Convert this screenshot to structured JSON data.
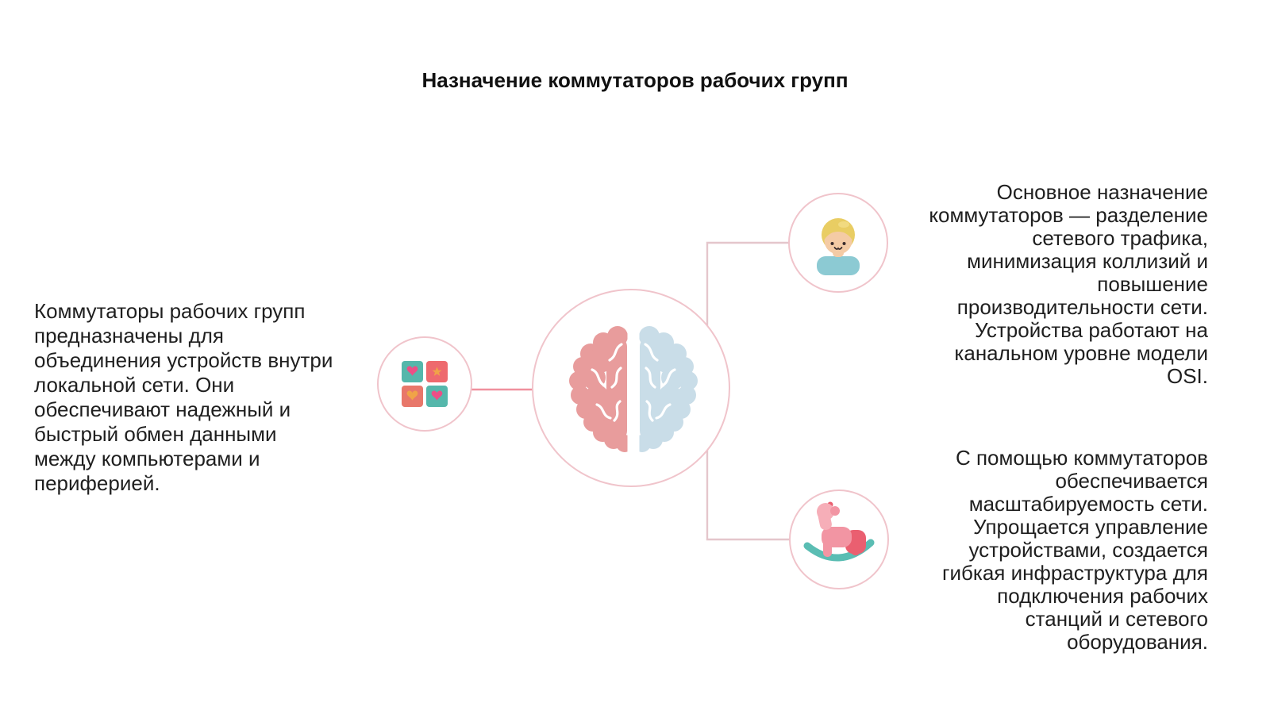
{
  "page": {
    "title": "Назначение коммутаторов рабочих групп"
  },
  "sections": {
    "left": {
      "text": "Коммутаторы рабочих групп предназначены для объединения устройств внутри локальной сети. Они обеспечивают надежный и быстрый обмен данными между компьютерами и периферией."
    },
    "right_top": {
      "text": "Основное назначение коммутаторов — разделение сетевого трафика, минимизация коллизий и повышение производительности сети. Устройства работают на канальном уровне модели OSI."
    },
    "right_bottom": {
      "text": "С помощью коммутаторов обеспечивается масштабируемость сети. Упрощается управление устройствами, создается гибкая инфраструктура для подключения рабочих станций и сетевого оборудования."
    }
  },
  "diagram": {
    "icons": {
      "center": "brain-icon",
      "left": "matching-cards-icon",
      "top_right": "child-avatar-icon",
      "bottom_right": "rocking-horse-icon"
    },
    "colors": {
      "text": "#1f1f1f",
      "circle_border": "#f0c4cb",
      "connector_left": "#f0909e",
      "connector_right": "#e4c6cc",
      "brain_left": "#e89c9c",
      "brain_right": "#c9dde8",
      "card_teal": "#55b7ab",
      "card_coral": "#ee6a6e",
      "heart_pink": "#ec4f86",
      "star_orange": "#f0a348",
      "hair_blond": "#e9cd63",
      "skin": "#f4cba5",
      "shirt_teal": "#8ccad3",
      "horse_pink": "#f295a3",
      "horse_red": "#ea5f70",
      "rocker_teal": "#5abdb3"
    }
  }
}
